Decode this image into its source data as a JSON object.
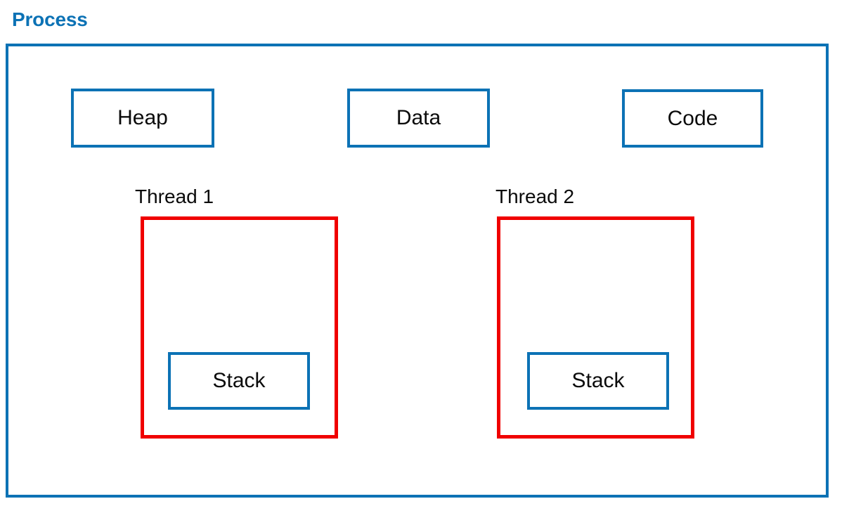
{
  "diagram": {
    "title": "Process",
    "title_color": "#0c72b5",
    "segments": [
      {
        "label": "Heap"
      },
      {
        "label": "Data"
      },
      {
        "label": "Code"
      }
    ],
    "threads": [
      {
        "label": "Thread 1",
        "stack_label": "Stack"
      },
      {
        "label": "Thread 2",
        "stack_label": "Stack"
      }
    ],
    "colors": {
      "process_border": "#0c72b5",
      "segment_border": "#0c72b5",
      "thread_border": "#f00000",
      "stack_border": "#0c72b5",
      "text": "#0b0b0b",
      "background": "#ffffff"
    }
  }
}
